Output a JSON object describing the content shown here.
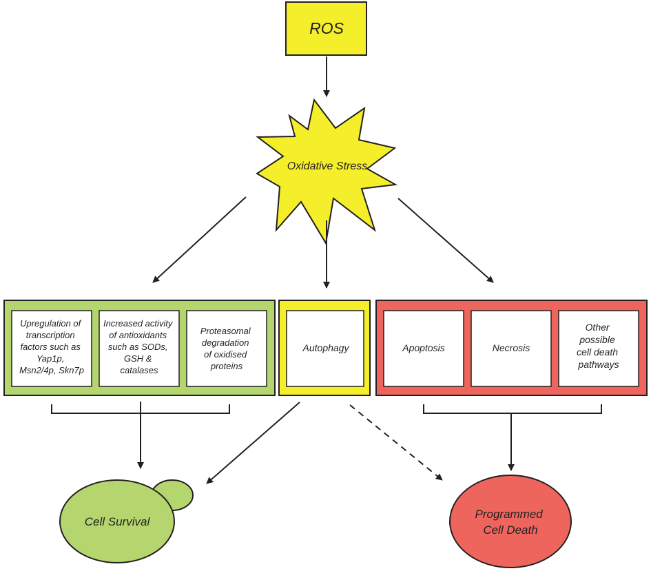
{
  "ros": {
    "label": "ROS"
  },
  "stress": {
    "label": "Oxidative Stress"
  },
  "survival_group": {
    "items": [
      {
        "lines": [
          "Upregulation of",
          "transcription",
          "factors such as",
          "Yap1p,",
          "Msn2/4p, Skn7p"
        ]
      },
      {
        "lines": [
          "Increased activity",
          "of antioxidants",
          "such as SODs,",
          "GSH &",
          "catalases"
        ]
      },
      {
        "lines": [
          "Proteasomal",
          "degradation",
          "of oxidised",
          "proteins"
        ]
      }
    ]
  },
  "autophagy": {
    "label": "Autophagy"
  },
  "death_group": {
    "items": [
      {
        "lines": [
          "Apoptosis"
        ]
      },
      {
        "lines": [
          "Necrosis"
        ]
      },
      {
        "lines": [
          "Other",
          "possible",
          "cell death",
          "pathways"
        ]
      }
    ]
  },
  "outcomes": {
    "survival": {
      "label": "Cell Survival"
    },
    "death": {
      "lines": [
        "Programmed",
        "Cell Death"
      ]
    }
  },
  "colors": {
    "yellow": "#f5ee2a",
    "green": "#b5d66e",
    "red": "#ee655d",
    "stress_text": "#9c2f6e",
    "stroke": "#231f20"
  }
}
